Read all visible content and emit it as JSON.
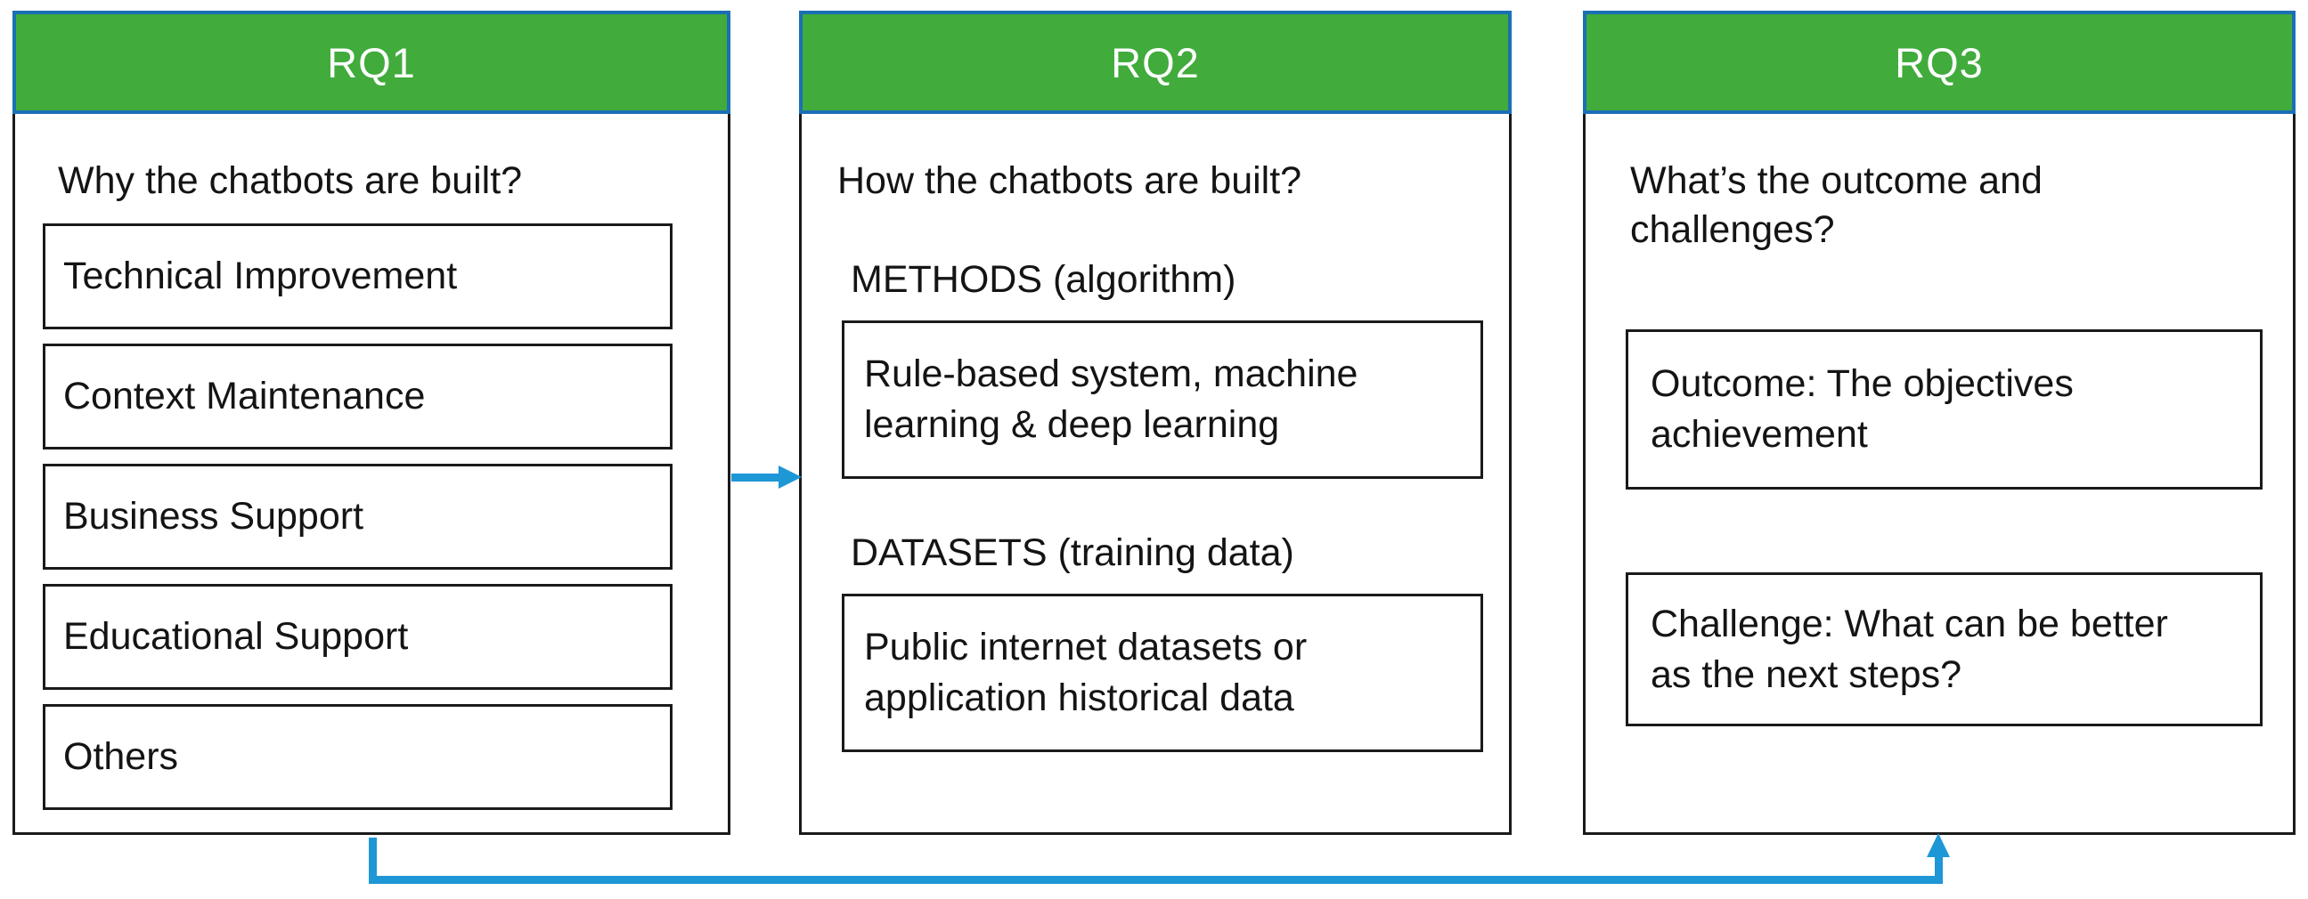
{
  "colors": {
    "header_fill_green": "#41AB3C",
    "header_border_blue": "#1B6FB5",
    "connector_blue": "#1E97D6",
    "box_border_black": "#1A1A1A",
    "text_color": "#141414",
    "background": "#FFFFFF"
  },
  "columns": [
    {
      "header": "RQ1",
      "question": "Why the chatbots are built?",
      "items": [
        {
          "label": "Technical Improvement"
        },
        {
          "label": "Context Maintenance"
        },
        {
          "label": "Business Support"
        },
        {
          "label": "Educational Support"
        },
        {
          "label": "Others"
        }
      ]
    },
    {
      "header": "RQ2",
      "question": "How the chatbots are built?",
      "sections": [
        {
          "label": "METHODS (algorithm)",
          "box": "Rule-based system, machine learning & deep learning"
        },
        {
          "label": "DATASETS (training data)",
          "box": "Public internet datasets or application historical data"
        }
      ]
    },
    {
      "header": "RQ3",
      "question": "What’s the outcome and challenges?",
      "items": [
        {
          "label": "Outcome: The objectives achievement"
        },
        {
          "label": "Challenge: What can be better as the next steps?"
        }
      ]
    }
  ],
  "connectors": [
    {
      "from": "RQ1",
      "to": "RQ2",
      "style": "straight-arrow-right"
    },
    {
      "from": "RQ1",
      "to": "RQ3",
      "style": "elbow-arrow-up"
    }
  ]
}
